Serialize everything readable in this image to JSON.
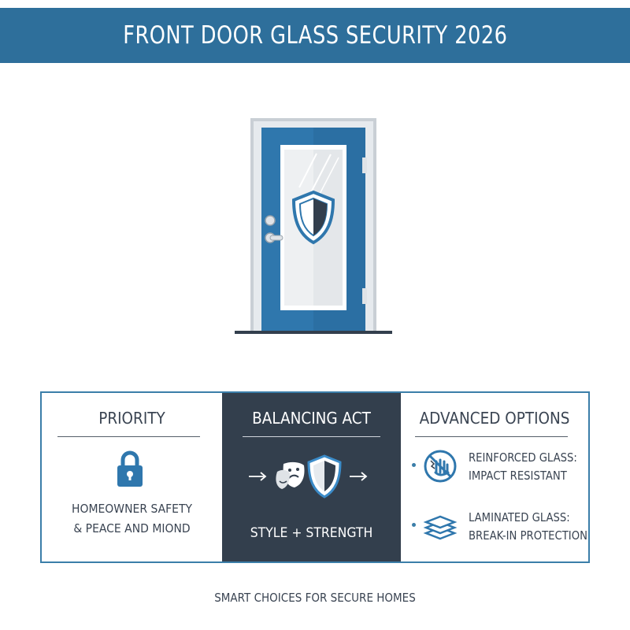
{
  "header": {
    "title": "FRONT DOOR GLASS SECURITY 2026"
  },
  "hero": {
    "icons": [
      "door-icon",
      "shield-icon",
      "door-handle-icon",
      "hinge-icon"
    ]
  },
  "columns": {
    "priority": {
      "title": "PRIORITY",
      "icon": "padlock-icon",
      "line1": "HOMEOWNER SAFETY",
      "line2": "& PEACE AND MIOND"
    },
    "balance": {
      "title": "BALANCING ACT",
      "icons": [
        "arrow-right-icon",
        "theater-masks-icon",
        "shield-icon",
        "arrow-right-icon"
      ],
      "caption": "STYLE + STRENGTH"
    },
    "advanced": {
      "title": "ADVANCED OPTIONS",
      "options": [
        {
          "icon": "impact-hand-icon",
          "line1": "REINFORCED GLASS:",
          "line2": "IMPACT RESISTANT"
        },
        {
          "icon": "layers-icon",
          "line1": "LAMINATED GLASS:",
          "line2": "BREAK-IN PROTECTION"
        }
      ]
    }
  },
  "footer": {
    "tagline": "SMART CHOICES FOR SECURE HOMES"
  },
  "colors": {
    "accent": "#2e6f9b",
    "dark_panel": "#333f4d",
    "text": "#3a4452",
    "background": "#ffffff"
  }
}
